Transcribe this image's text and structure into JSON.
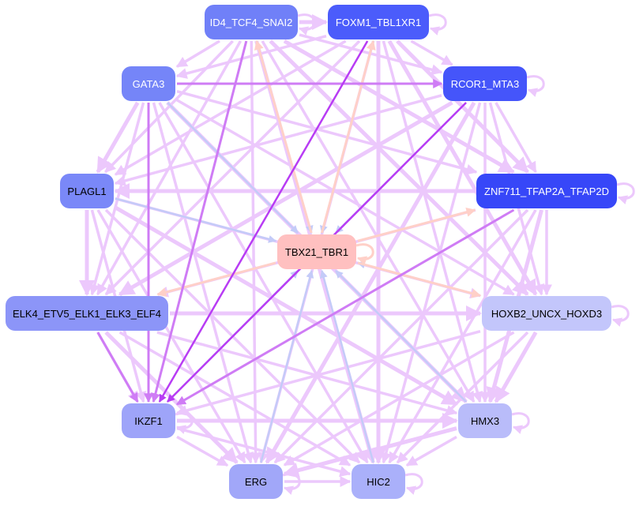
{
  "nodes": [
    {
      "id": "ID4_TCF4_SNAI2",
      "color": "#7080f8",
      "text": "#ffffff"
    },
    {
      "id": "FOXM1_TBL1XR1",
      "color": "#4b5cfb",
      "text": "#ffffff"
    },
    {
      "id": "RCOR1_MTA3",
      "color": "#4555fa",
      "text": "#ffffff"
    },
    {
      "id": "GATA3",
      "color": "#7585f8",
      "text": "#ffffff"
    },
    {
      "id": "ZNF711_TFAP2A_TFAP2D",
      "color": "#3747f8",
      "text": "#ffffff"
    },
    {
      "id": "PLAGL1",
      "color": "#7a88f8",
      "text": "#000000"
    },
    {
      "id": "TBX21_TBR1",
      "color": "#ffc0c0",
      "text": "#000000"
    },
    {
      "id": "ELK4_ETV5_ELK1_ELK3_ELF4",
      "color": "#8c95f8",
      "text": "#000000"
    },
    {
      "id": "HOXB2_UNCX_HOXD3",
      "color": "#c3c6fb",
      "text": "#000000"
    },
    {
      "id": "IKZF1",
      "color": "#9ea4f9",
      "text": "#000000"
    },
    {
      "id": "HMX3",
      "color": "#b9bcfa",
      "text": "#000000"
    },
    {
      "id": "ERG",
      "color": "#a1a7f9",
      "text": "#000000"
    },
    {
      "id": "HIC2",
      "color": "#aab0fa",
      "text": "#000000"
    }
  ],
  "edge_colors": {
    "light": "#ecc8fc",
    "blue": "#c4cbf8",
    "peach": "#ffd0c8",
    "purple": "#cf7cf5",
    "dark": "#b83cf4"
  },
  "edges": {
    "light": [
      "0-1",
      "0-2",
      "0-3",
      "0-4",
      "0-5",
      "0-7",
      "0-8",
      "0-10",
      "0-11",
      "0-12",
      "1-2",
      "1-3",
      "1-4",
      "1-5",
      "1-7",
      "1-8",
      "1-10",
      "1-11",
      "1-12",
      "2-4",
      "2-5",
      "2-7",
      "2-8",
      "2-10",
      "2-11",
      "2-12",
      "3-4",
      "3-5",
      "3-7",
      "3-8",
      "3-10",
      "3-11",
      "3-12",
      "4-5",
      "4-7",
      "4-8",
      "4-10",
      "4-11",
      "4-12",
      "5-7",
      "5-8",
      "5-9",
      "5-10",
      "5-11",
      "5-12",
      "7-8",
      "7-9",
      "7-10",
      "7-11",
      "7-12",
      "8-9",
      "8-10",
      "8-11",
      "8-12",
      "9-10",
      "9-11",
      "9-12",
      "10-11",
      "10-12",
      "11-12"
    ],
    "blue": [
      "0-6",
      "1-6",
      "2-6",
      "3-6",
      "5-6",
      "9-6",
      "11-6",
      "12-6",
      "10-6",
      "8-6"
    ],
    "peach": [
      "6-0",
      "6-1",
      "6-4",
      "6-7",
      "6-8"
    ],
    "purple": [
      "3-9",
      "0-9",
      "3-2",
      "4-9",
      "7-9"
    ],
    "dark": [
      "1-9",
      "2-9"
    ],
    "self_loops": [
      0,
      1,
      2,
      4,
      6,
      8,
      9,
      10,
      11,
      12
    ]
  }
}
